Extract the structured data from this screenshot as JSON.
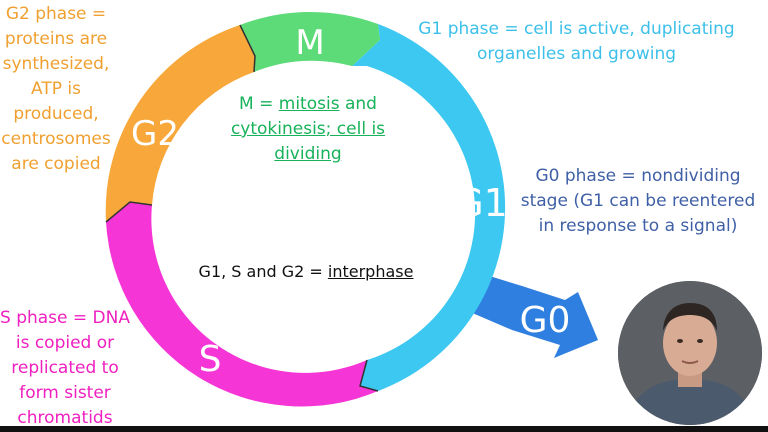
{
  "colors": {
    "m": "#5cdb78",
    "g1": "#3cc8f0",
    "g2": "#f8a83a",
    "s": "#f535d6",
    "g0": "#2f7fe0",
    "segment_label": "#ffffff"
  },
  "cycle": {
    "m_label": "M",
    "g1_label": "G1",
    "g2_label": "G2",
    "s_label": "S",
    "g0_label": "G0"
  },
  "descriptions": {
    "g2": "G2 phase = proteins are synthesized, ATP is produced, centrosomes are copied",
    "g1": "G1 phase = cell is active, duplicating organelles and growing",
    "m_prefix": "M = ",
    "m_mitosis": "mitosis",
    "m_and": " and ",
    "m_rest": "cytokinesis; cell is dividing",
    "g0": "G0 phase = nondividing stage (G1 can be reentered in response to a signal)",
    "interphase_prefix": "G1, S and G2 = ",
    "interphase_word": "interphase",
    "s": "S phase = DNA is copied or replicated to form sister chromatids"
  },
  "icons": {
    "webcam": "person-video-thumbnail-icon"
  }
}
